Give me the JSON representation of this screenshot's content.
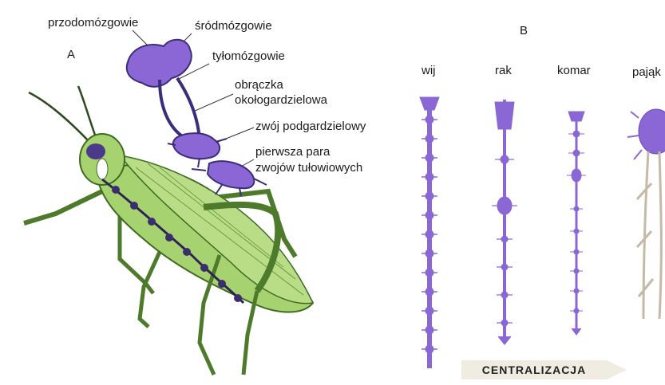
{
  "panel_a": {
    "letter": "A",
    "labels": {
      "forebrain": "przodomózgowie",
      "midbrain": "śródmózgowie",
      "hindbrain": "tyłomózgowie",
      "ring_line1": "obrączka",
      "ring_line2": "okołogardzielowa",
      "subesophageal": "zwój podgardzielowy",
      "thoracic_line1": "pierwsza para",
      "thoracic_line2": "zwojów tułowiowych"
    }
  },
  "panel_b": {
    "letter": "B",
    "species": [
      "wij",
      "rak",
      "komar",
      "pająk"
    ],
    "arrow_label": "CENTRALIZACJA"
  },
  "colors": {
    "nerve": "#8b67d6",
    "insect_body": "#9fcf6a",
    "insect_dark": "#4d7a2b",
    "arrow_bg": "#f1ece2"
  }
}
